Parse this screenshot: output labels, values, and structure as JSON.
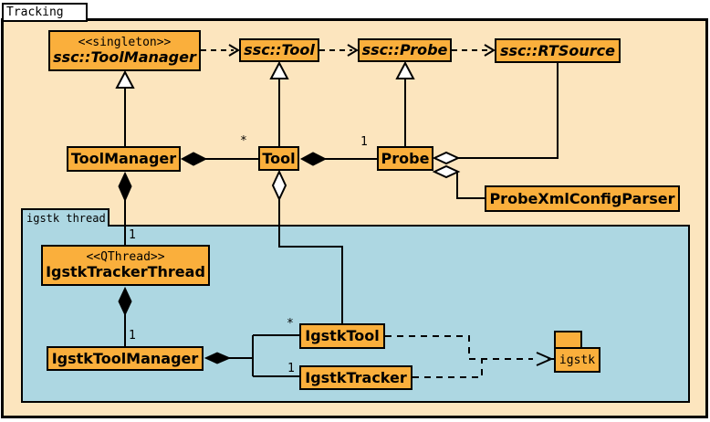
{
  "package": {
    "title": "Tracking"
  },
  "thread_frame": {
    "label": "igstk thread"
  },
  "colors": {
    "package_fill": "#FCE5BE",
    "thread_frame_fill": "#ADD7E2",
    "class_fill": "#FAAF3C",
    "border": "#000000",
    "title_tab_fill": "#FFFFFF"
  },
  "classes": {
    "ssc_toolmanager": {
      "stereotype": "<<singleton>>",
      "name": "ssc::ToolManager"
    },
    "ssc_tool": {
      "name": "ssc::Tool"
    },
    "ssc_probe": {
      "name": "ssc::Probe"
    },
    "ssc_rtsource": {
      "name": "ssc::RTSource"
    },
    "toolmanager": {
      "name": "ToolManager"
    },
    "tool": {
      "name": "Tool"
    },
    "probe": {
      "name": "Probe"
    },
    "probe_xml_config_parser": {
      "name": "ProbeXmlConfigParser"
    },
    "igstk_tracker_thread": {
      "stereotype": "<<QThread>>",
      "name": "IgstkTrackerThread"
    },
    "igstk_toolmanager": {
      "name": "IgstkToolManager"
    },
    "igstk_tool": {
      "name": "IgstkTool"
    },
    "igstk_tracker": {
      "name": "IgstkTracker"
    },
    "igstk_package": {
      "name": "igstk"
    }
  },
  "multiplicities": {
    "tool": "*",
    "probe": "1",
    "tracker_thread": "1",
    "tool_manager": "1",
    "igstk_tool": "*",
    "igstk_tracker": "1"
  }
}
